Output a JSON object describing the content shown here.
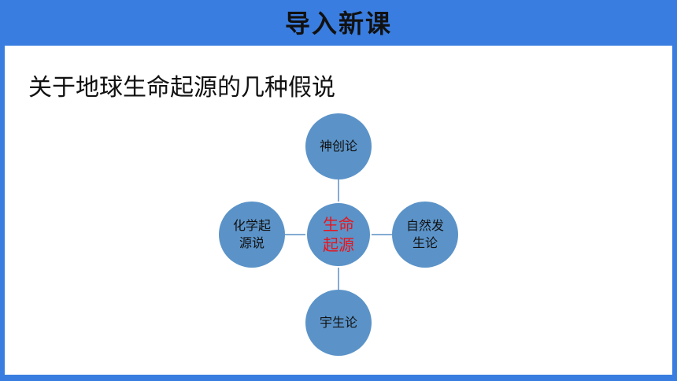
{
  "slide": {
    "title": "导入新课",
    "subtitle": "关于地球生命起源的几种假说"
  },
  "diagram": {
    "center": {
      "label": "生命起源"
    },
    "top": {
      "label": "神创论"
    },
    "left": {
      "label": "化学起源说"
    },
    "right": {
      "label": "自然发生论"
    },
    "bottom": {
      "label": "宇生论"
    }
  },
  "colors": {
    "frame": "#3a7de0",
    "node": "#5b93c8",
    "center_text": "#e8141c"
  }
}
